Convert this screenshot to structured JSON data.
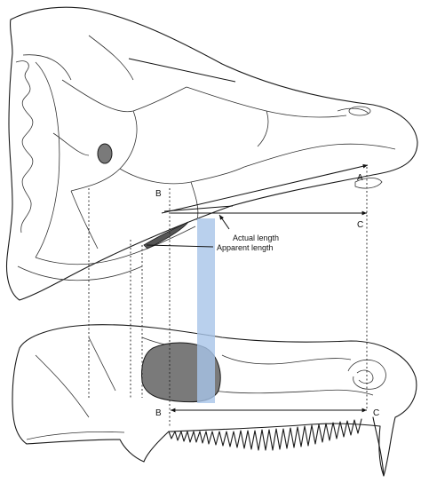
{
  "labels": {
    "A": "A",
    "B_top": "B",
    "C_top": "C",
    "B_bottom": "B",
    "C_bottom": "C",
    "actual_length": "Actual length",
    "apparent_length": "Apparent length"
  },
  "colors": {
    "highlight_band": "#a8c4e8",
    "fenestra_fill": "#7a7a7a",
    "outline": "#1a1a1a"
  }
}
